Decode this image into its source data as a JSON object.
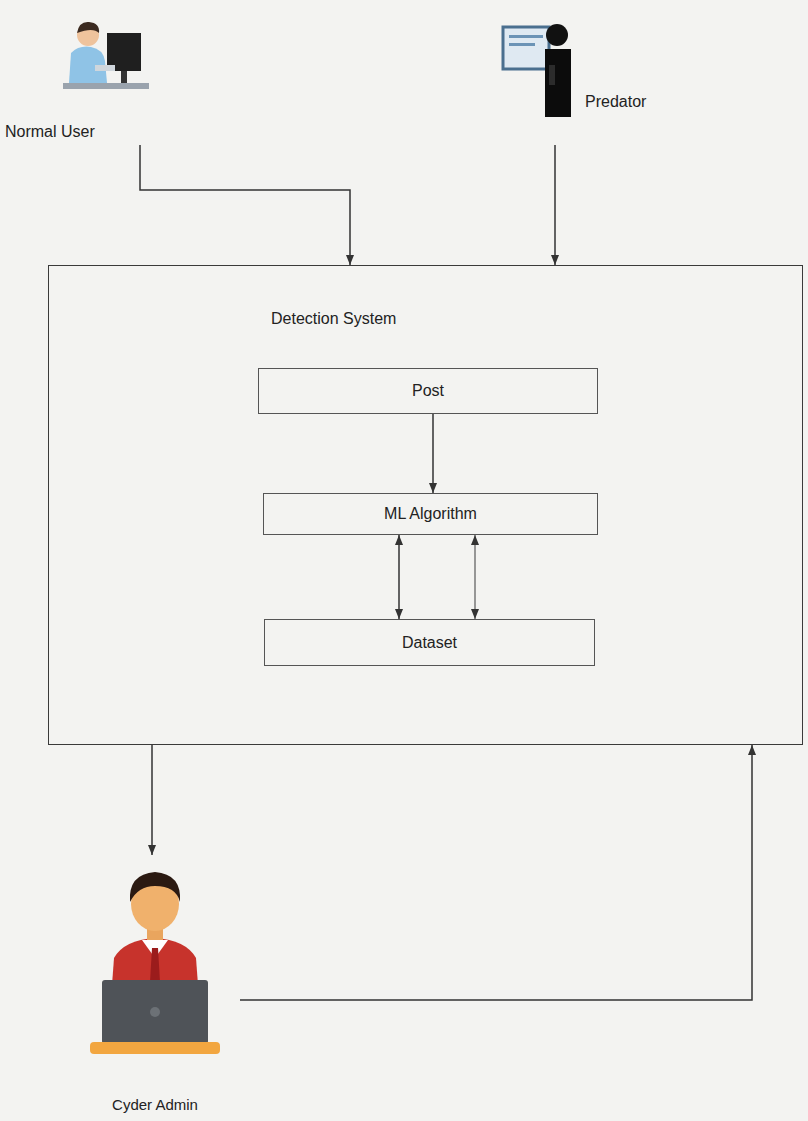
{
  "diagram": {
    "nodes": [
      {
        "text": [
          "Normal User"
        ]
      },
      {
        "text": [
          "Predator"
        ]
      },
      {
        "text": [
          "Detection System"
        ]
      },
      {
        "text": [
          "Post"
        ],
        "in": 2
      },
      {
        "text": [
          "ML Algorithm"
        ],
        "in": 2
      },
      {
        "text": [
          "Dataset"
        ],
        "in": 2
      },
      {
        "text": [
          "Cyder Admin"
        ]
      }
    ],
    "edges": [
      {
        "from": 0,
        "to": 2,
        "arrow": "to"
      },
      {
        "from": 1,
        "to": 2,
        "arrow": "to"
      },
      {
        "from": 3,
        "to": 4,
        "arrow": "to"
      },
      {
        "from": 4,
        "to": 5,
        "arrow": "both"
      },
      {
        "from": 4,
        "to": 5,
        "arrow": "both"
      },
      {
        "from": 2,
        "to": 6,
        "arrow": "to"
      },
      {
        "from": 6,
        "to": 2,
        "arrow": "to"
      }
    ]
  }
}
